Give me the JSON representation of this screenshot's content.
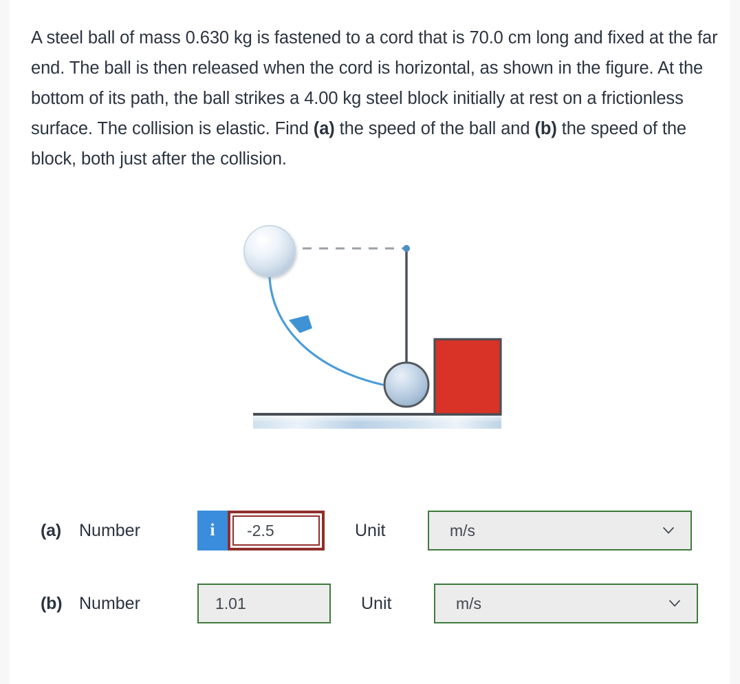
{
  "problem": {
    "segments": [
      {
        "text": "A steel ball of mass 0.630 kg is fastened to a cord that is 70.0 cm long and fixed at the far end. The ball is then released when the cord is horizontal, as shown in the figure. At the bottom of its path, the ball strikes a 4.00 kg steel block initially at rest on a frictionless surface. The collision is elastic. Find ",
        "bold": false
      },
      {
        "text": "(a)",
        "bold": true
      },
      {
        "text": " the speed of the ball and ",
        "bold": false
      },
      {
        "text": "(b)",
        "bold": true
      },
      {
        "text": " the speed of the block, both just after the collision.",
        "bold": false
      }
    ],
    "full_text": "A steel ball of mass 0.630 kg is fastened to a cord that is 70.0 cm long and fixed at the far end. The ball is then released when the cord is horizontal, as shown in the figure. At the bottom of its path, the ball strikes a 4.00 kg steel block initially at rest on a frictionless surface. The collision is elastic. Find (a) the speed of the ball and (b) the speed of the block, both just after the collision."
  },
  "figure": {
    "alt": "Pendulum ball released from horizontal position swings down and strikes a red block on a frictionless surface",
    "elements": {
      "released_ball": "sphere-light-blue",
      "swinging_arc": "blue-curved-arrow",
      "cord": "vertical-dark-line",
      "pivot": "blue-dot",
      "dashed_line": "gray-dashed-horizontal",
      "impact_ball": "sphere-steel-blue",
      "block": "red-square",
      "ground": "light-blue-surface"
    },
    "colors": {
      "block_fill": "#d93226",
      "block_border": "#4a4f55",
      "arc": "#4a9cd8",
      "cord": "#4b4f53",
      "pivot": "#4a8fc4",
      "dashed": "#9aa0a6",
      "ground_top_line": "#4a4f55",
      "ground_fill_light": "#e8f0f7",
      "ground_fill_mid": "#b6cde4"
    }
  },
  "answers": {
    "rows": [
      {
        "letter": "(a)",
        "number_label": "Number",
        "has_info_icon": true,
        "info_icon_glyph": "i",
        "value": "-2.5",
        "state": "incorrect",
        "unit_label": "Unit",
        "unit_value": "m/s",
        "unit_state": "correct"
      },
      {
        "letter": "(b)",
        "number_label": "Number",
        "has_info_icon": false,
        "info_icon_glyph": "",
        "value": "1.01",
        "state": "correct",
        "unit_label": "Unit",
        "unit_value": "m/s",
        "unit_state": "correct"
      }
    ]
  },
  "colors": {
    "text": "#2b3440",
    "info_blue": "#3a8ddd",
    "error_red": "#8f2f2b",
    "correct_green": "#3f7a3c",
    "field_gray": "#ececed",
    "page_bg": "#f7f7f8"
  }
}
